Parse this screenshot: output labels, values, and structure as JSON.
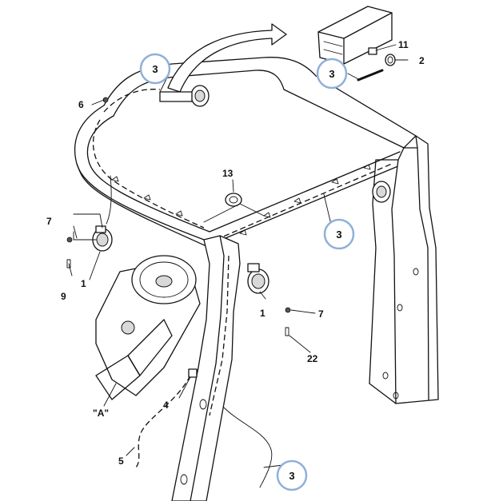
{
  "diagram": {
    "callouts": [
      {
        "id": "callout-3-top",
        "text": "3"
      },
      {
        "id": "callout-3-right-top",
        "text": "3"
      },
      {
        "id": "callout-3-right-mid",
        "text": "3"
      },
      {
        "id": "callout-3-bottom",
        "text": "3"
      }
    ],
    "labels": {
      "n6": "6",
      "n7_left": "7",
      "n9": "9",
      "n1_left": "1",
      "n13": "13",
      "n11": "11",
      "n2": "2",
      "n1_right": "1",
      "n7_right": "7",
      "n22": "22",
      "n4": "4",
      "nA": "\"A\"",
      "n5": "5"
    },
    "colors": {
      "callout_ring": "#8fb0d8",
      "line": "#111111"
    }
  }
}
